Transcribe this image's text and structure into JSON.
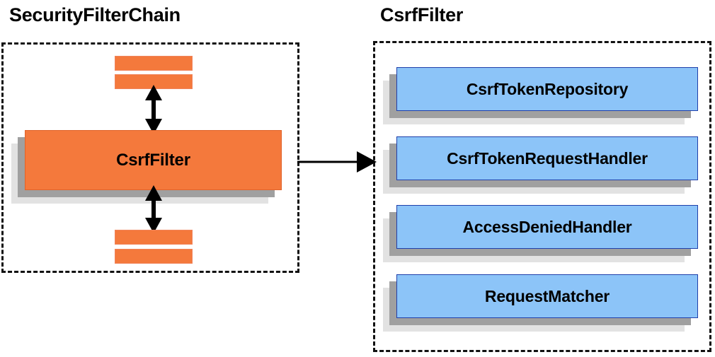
{
  "diagram": {
    "type": "component-relationship",
    "background": "#ffffff",
    "colors": {
      "orange_fill": "#f4793c",
      "orange_border": "#e0632a",
      "blue_fill": "#8cc4f8",
      "blue_border": "#1f3faa",
      "shadow_dark": "#a0a0a0",
      "shadow_light": "#e2e2e2",
      "outline": "#111111",
      "text": "#000000"
    },
    "panels": [
      {
        "id": "left",
        "title": "SecurityFilterChain",
        "border_style": "dashed",
        "main_node": {
          "label": "CsrfFilter",
          "shape": "shadowed-rect",
          "fill": "#f4793c"
        },
        "stubs_above": 2,
        "stubs_below": 2
      },
      {
        "id": "right",
        "title": "CsrfFilter",
        "border_style": "dashed",
        "nodes": [
          {
            "label": "CsrfTokenRepository",
            "fill": "#8cc4f8"
          },
          {
            "label": "CsrfTokenRequestHandler",
            "fill": "#8cc4f8"
          },
          {
            "label": "AccessDeniedHandler",
            "fill": "#8cc4f8"
          },
          {
            "label": "RequestMatcher",
            "fill": "#8cc4f8"
          }
        ]
      }
    ],
    "connectors": [
      {
        "id": "chain-above",
        "kind": "double-arrow-vertical",
        "from": "stubs-above",
        "to": "CsrfFilter"
      },
      {
        "id": "chain-below",
        "kind": "double-arrow-vertical",
        "from": "CsrfFilter",
        "to": "stubs-below"
      },
      {
        "id": "expand",
        "kind": "single-arrow-right",
        "from": "SecurityFilterChain",
        "to": "CsrfFilter detail"
      }
    ]
  }
}
